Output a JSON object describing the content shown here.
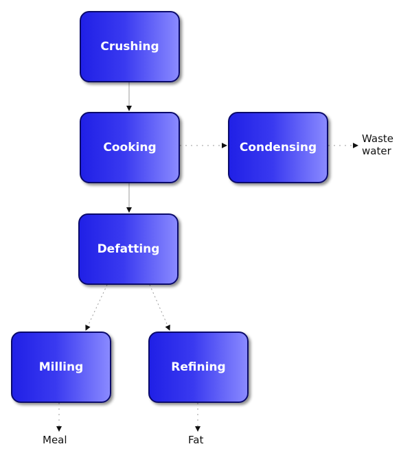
{
  "nodes": {
    "crushing": "Crushing",
    "cooking": "Cooking",
    "condensing": "Condensing",
    "defatting": "Defatting",
    "milling": "Milling",
    "refining": "Refining"
  },
  "outputs": {
    "waste_line1": "Waste",
    "waste_line2": "water",
    "meal": "Meal",
    "fat": "Fat"
  },
  "edges": [
    {
      "from": "Crushing",
      "to": "Cooking"
    },
    {
      "from": "Cooking",
      "to": "Condensing"
    },
    {
      "from": "Condensing",
      "to": "Waste water"
    },
    {
      "from": "Cooking",
      "to": "Defatting"
    },
    {
      "from": "Defatting",
      "to": "Milling"
    },
    {
      "from": "Defatting",
      "to": "Refining"
    },
    {
      "from": "Milling",
      "to": "Meal"
    },
    {
      "from": "Refining",
      "to": "Fat"
    }
  ],
  "colors": {
    "node_fill_dark": "#2020e6",
    "node_fill_light": "#8a8aff",
    "node_border": "#0a0a6a",
    "node_text": "#ffffff"
  }
}
